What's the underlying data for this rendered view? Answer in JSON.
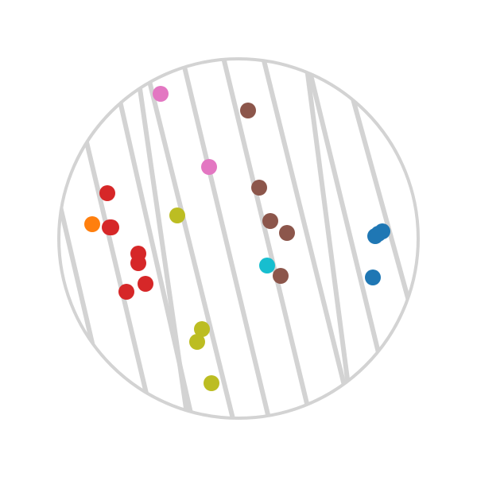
{
  "diagram": {
    "boundary": {
      "shape": "circle",
      "stroke_color": "#d3d3d3"
    },
    "line_color": "#d3d3d3",
    "palette": {
      "blue": "#1f77b4",
      "orange": "#ff7f0e",
      "red": "#d62728",
      "pink": "#e377c2",
      "brown": "#8c564b",
      "olive": "#bcbd22",
      "cyan": "#17becf"
    },
    "point_groups": [
      {
        "color_key": "red",
        "count": 7
      },
      {
        "color_key": "orange",
        "count": 1
      },
      {
        "color_key": "pink",
        "count": 2
      },
      {
        "color_key": "olive",
        "count": 4
      },
      {
        "color_key": "brown",
        "count": 5
      },
      {
        "color_key": "cyan",
        "count": 1
      },
      {
        "color_key": "blue",
        "count": 4
      }
    ]
  }
}
